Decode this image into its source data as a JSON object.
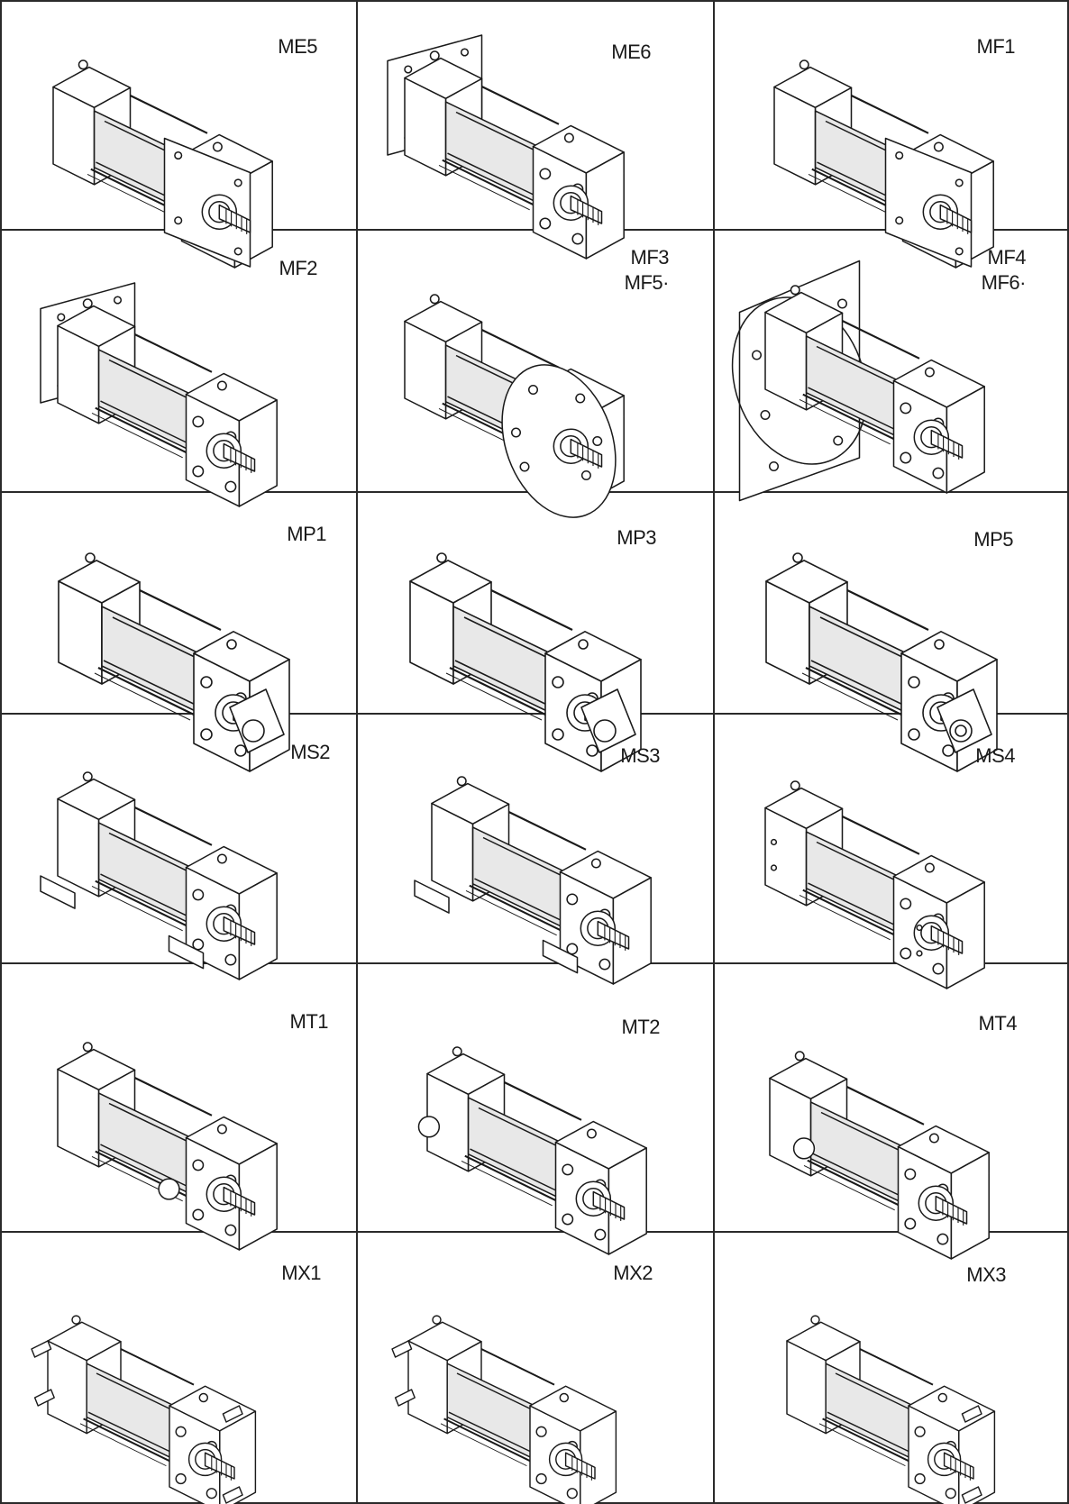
{
  "cells": [
    {
      "lines": [
        "ME5"
      ],
      "mount": "head-square-flange",
      "drawing": "cylinder-me5-drawing"
    },
    {
      "lines": [
        "ME6"
      ],
      "mount": "cap-square-flange",
      "drawing": "cylinder-me6-drawing"
    },
    {
      "lines": [
        "MF1"
      ],
      "mount": "head-rect-flange",
      "drawing": "cylinder-mf1-drawing"
    },
    {
      "lines": [
        "MF2"
      ],
      "mount": "cap-rect-flange",
      "drawing": "cylinder-mf2-drawing"
    },
    {
      "lines": [
        "MF3",
        "MF5·"
      ],
      "mount": "head-round-flange",
      "drawing": "cylinder-mf3-drawing"
    },
    {
      "lines": [
        "MF4",
        "MF6·"
      ],
      "mount": "cap-round-flange",
      "drawing": "cylinder-mf4-drawing"
    },
    {
      "lines": [
        "MP1"
      ],
      "mount": "cap-clevis",
      "drawing": "cylinder-mp1-drawing"
    },
    {
      "lines": [
        "MP3"
      ],
      "mount": "cap-eye",
      "drawing": "cylinder-mp3-drawing"
    },
    {
      "lines": [
        "MP5"
      ],
      "mount": "cap-spherical-eye",
      "drawing": "cylinder-mp5-drawing"
    },
    {
      "lines": [
        "MS2"
      ],
      "mount": "side-lugs",
      "drawing": "cylinder-ms2-drawing"
    },
    {
      "lines": [
        "MS3"
      ],
      "mount": "centerline-lugs",
      "drawing": "cylinder-ms3-drawing"
    },
    {
      "lines": [
        "MS4"
      ],
      "mount": "side-tapped",
      "drawing": "cylinder-ms4-drawing"
    },
    {
      "lines": [
        "MT1"
      ],
      "mount": "head-trunnion",
      "drawing": "cylinder-mt1-drawing"
    },
    {
      "lines": [
        "MT2"
      ],
      "mount": "cap-trunnion",
      "drawing": "cylinder-mt2-drawing"
    },
    {
      "lines": [
        "MT4"
      ],
      "mount": "intermediate-trunnion",
      "drawing": "cylinder-mt4-drawing"
    },
    {
      "lines": [
        "MX1"
      ],
      "mount": "tie-rods-both-ends",
      "drawing": "cylinder-mx1-drawing"
    },
    {
      "lines": [
        "MX2"
      ],
      "mount": "tie-rods-cap-end",
      "drawing": "cylinder-mx2-drawing"
    },
    {
      "lines": [
        "MX3"
      ],
      "mount": "tie-rods-head-end",
      "drawing": "cylinder-mx3-drawing"
    }
  ],
  "colors": {
    "line": "#1a1a1a",
    "fill": "#ffffff",
    "shade": "#e8e8e8",
    "grid": "#2a2a2a"
  }
}
